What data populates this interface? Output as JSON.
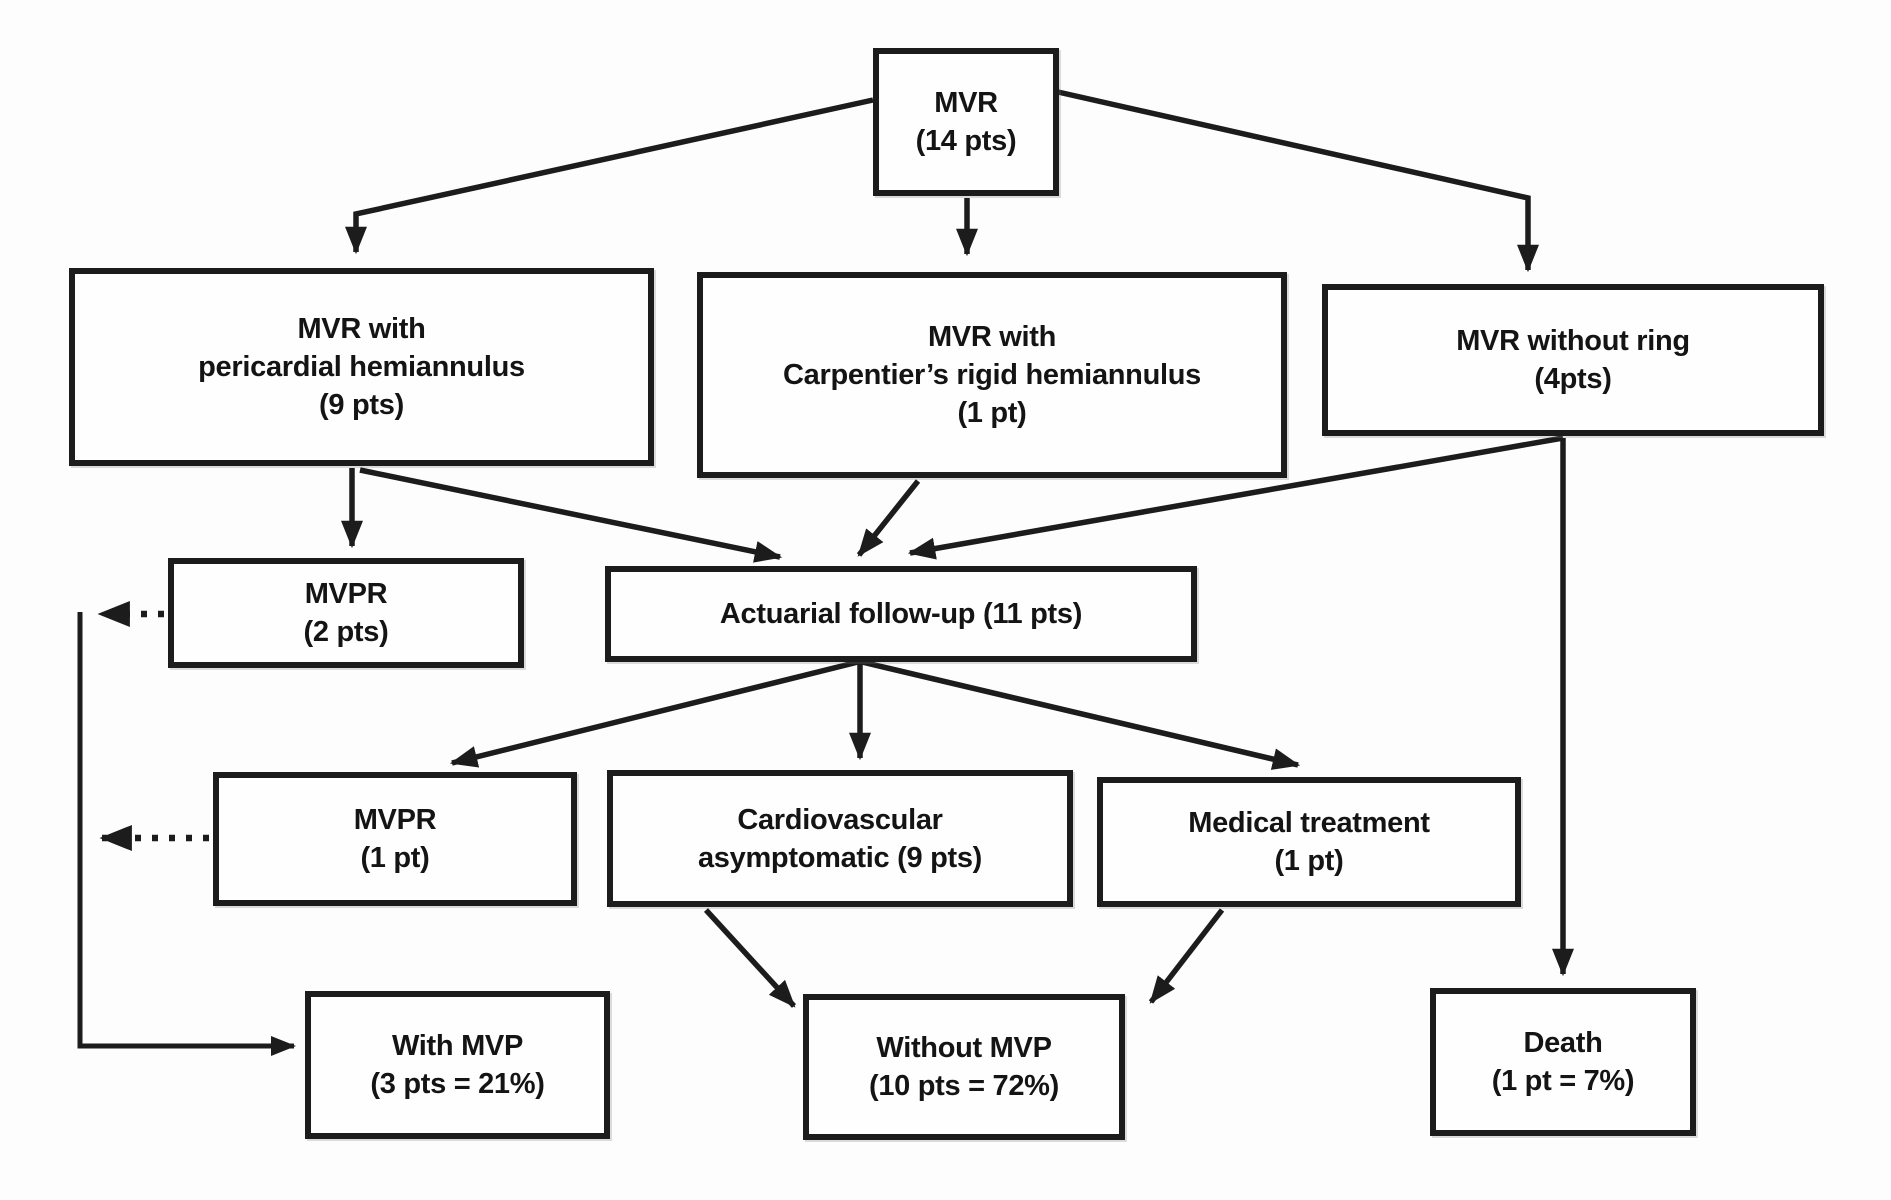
{
  "diagram": {
    "description": "Flowchart of mitral valve replacement (MVR) cohort and outcomes",
    "colors": {
      "box_border": "#1c1c1c",
      "arrow": "#1c1c1c",
      "text": "#141414",
      "background": "#fdfdfd"
    },
    "nodes": {
      "mvr": {
        "line1": "MVR",
        "line2": "(14 pts)"
      },
      "pericardial": {
        "line1": "MVR with",
        "line2": "pericardial hemiannulus",
        "line3": "(9 pts)"
      },
      "carpentier": {
        "line1": "MVR with",
        "line2": "Carpentier’s rigid hemiannulus",
        "line3": "(1 pt)"
      },
      "without_ring": {
        "line1": "MVR without ring",
        "line2": "(4pts)"
      },
      "mvpr2": {
        "line1": "MVPR",
        "line2": "(2 pts)"
      },
      "actuarial": {
        "line1": "Actuarial follow-up (11 pts)"
      },
      "mvpr1": {
        "line1": "MVPR",
        "line2": "(1 pt)"
      },
      "cardio": {
        "line1": "Cardiovascular",
        "line2": "asymptomatic (9 pts)"
      },
      "medical": {
        "line1": "Medical treatment",
        "line2": "(1 pt)"
      },
      "with_mvp": {
        "line1": "With MVP",
        "line2": "(3 pts = 21%)"
      },
      "without_mvp": {
        "line1": "Without MVP",
        "line2": "(10 pts = 72%)"
      },
      "death": {
        "line1": "Death",
        "line2": "(1 pt = 7%)"
      }
    }
  }
}
